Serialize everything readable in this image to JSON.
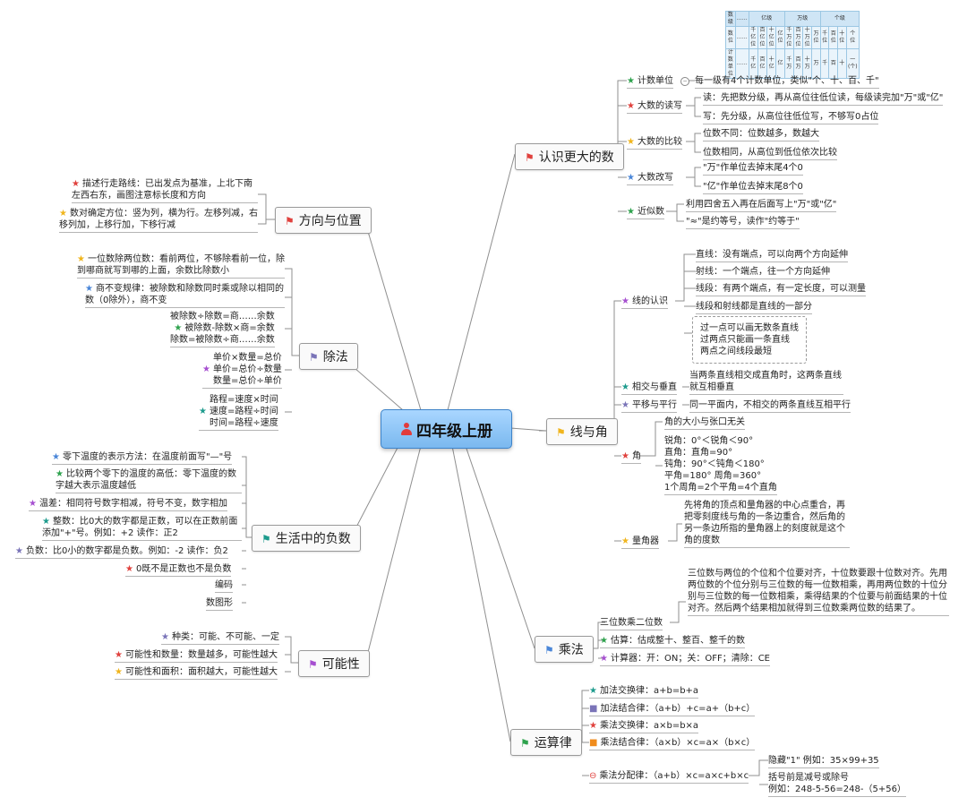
{
  "central": {
    "label": "四年级上册"
  },
  "colors": {
    "red": "#e0413d",
    "green": "#2ea24d",
    "yellow": "#f0b51d",
    "blue": "#4a86d8",
    "purple": "#a64fd0",
    "teal": "#1d9b8d",
    "gray": "#777777",
    "orange": "#f08c1d"
  },
  "num_table": {
    "rows": [
      [
        "数级",
        "……",
        "亿级",
        "",
        "",
        "",
        "万级",
        "",
        "",
        "",
        "个级",
        "",
        "",
        ""
      ],
      [
        "数位",
        "……",
        "千亿位",
        "百亿位",
        "十亿位",
        "亿位",
        "千万位",
        "百万位",
        "十万位",
        "万位",
        "千位",
        "百位",
        "十位",
        "个位"
      ],
      [
        "计数单位",
        "……",
        "千亿",
        "百亿",
        "十亿",
        "亿",
        "千万",
        "百万",
        "十万",
        "万",
        "千",
        "百",
        "十",
        "一(个)"
      ]
    ]
  },
  "branches": {
    "big_numbers": {
      "label": "认识更大的数",
      "counting_unit": {
        "label": "计数单位",
        "detail": "每一级有4个计数单位，类似\"个、十、百、千\""
      },
      "reading": {
        "label": "大数的读写",
        "read": "读：先把数分级，再从高位往低位读，每级读完加\"万\"或\"亿\"",
        "write": "写：先分级，从高位往低位写，不够写0占位"
      },
      "compare": {
        "label": "大数的比较",
        "digits": "位数不同：位数越多，数越大",
        "same": "位数相同，从高位到低位依次比较"
      },
      "rewrite": {
        "label": "大数改写",
        "wan": "\"万\"作单位去掉末尾4个0",
        "yi": "\"亿\"作单位去掉末尾8个0"
      },
      "approx": {
        "label": "近似数",
        "rule": "利用四舍五入再在后面写上\"万\"或\"亿\"",
        "symbol": "\"≈\"是约等号，读作\"约等于\""
      }
    },
    "direction": {
      "label": "方向与位置",
      "route": "描述行走路线：已出发点为基准，上北下南左西右东，画图注意标长度和方向",
      "pairs": "数对确定方位：竖为列，横为行。左移列减，右移列加，上移行加，下移行减"
    },
    "division": {
      "label": "除法",
      "two_digit": "一位数除两位数：看前两位，不够除看前一位，除到哪商就写到哪的上面，余数比除数小",
      "invariant": "商不变规律：被除数和除数同时乘或除以相同的数（0除外），商不变",
      "relation": [
        "被除数÷除数=商……余数",
        "被除数-除数×商=余数",
        "除数=被除数÷商……余数"
      ],
      "price": [
        "单价×数量=总价",
        "单价=总价÷数量",
        "数量=总价÷单价"
      ],
      "speed": [
        "路程=速度×时间",
        "速度=路程÷时间",
        "时间=路程÷速度"
      ]
    },
    "negatives": {
      "label": "生活中的负数",
      "temp_write": "零下温度的表示方法：在温度前面写\"—\"号",
      "temp_compare": "比较两个零下的温度的高低：零下温度的数字越大表示温度越低",
      "temp_diff": "温差：相同符号数字相减，符号不变，数字相加",
      "positive": "整数：比0大的数字都是正数，可以在正数前面添加\"+\"号。例如：+2  读作：正2",
      "negative": "负数：比0小的数字都是负数。例如：-2  读作：负2",
      "zero": "0既不是正数也不是负数",
      "code": "编码",
      "graph": "数图形"
    },
    "possibility": {
      "label": "可能性",
      "kinds": "种类：可能、不可能、一定",
      "quantity": "可能性和数量：数量越多，可能性越大",
      "area": "可能性和面积：面积越大，可能性越大"
    },
    "lines": {
      "label": "线与角",
      "line_group": {
        "label": "线的认识",
        "straight": "直线：没有端点，可以向两个方向延伸",
        "ray": "射线：一个端点，往一个方向延伸",
        "segment": "线段：有两个端点，有一定长度，可以测量",
        "part": "线段和射线都是直线的一部分",
        "notes": [
          "过一点可以画无数条直线",
          "过两点只能画一条直线",
          "两点之间线段最短"
        ]
      },
      "perp": {
        "label": "相交与垂直",
        "detail": "当两条直线相交成直角时，这两条直线就互相垂直"
      },
      "parallel": {
        "label": "平移与平行",
        "detail": "同一平面内，不相交的两条直线互相平行"
      },
      "angle": {
        "label": "角",
        "size": "角的大小与张口无关",
        "kinds": [
          "锐角：0°＜锐角＜90°",
          "直角：直角=90°",
          "钝角：90°＜钝角＜180°",
          "平角=180°        周角=360°",
          "1个周角=2个平角=4个直角"
        ]
      },
      "protractor": {
        "label": "量角器",
        "detail": "先将角的顶点和量角器的中心点重合，再把零刻度线与角的一条边重合，然后角的另一条边所指的量角器上的刻度就是这个角的度数"
      }
    },
    "multiply": {
      "label": "乘法",
      "three_two": {
        "label": "三位数乘二位数",
        "detail": "三位数与两位的个位和个位要对齐，十位数要跟十位数对齐。先用两位数的个位分别与三位数的每一位数相乘，再用两位数的十位分别与三位数的每一位数相乘，乘得结果的个位要与前面结果的十位对齐。然后两个结果相加就得到三位数乘两位数的结果了。"
      },
      "estimate": "估算：估成整十、整百、整千的数",
      "calculator": "计算器：开：ON；关：OFF；清除：CE"
    },
    "laws": {
      "label": "运算律",
      "add_comm": {
        "label": "加法交换律：",
        "formula": "a+b=b+a"
      },
      "add_assoc": {
        "label": "加法结合律：",
        "formula": "（a+b）+c=a+（b+c）"
      },
      "mul_comm": {
        "label": "乘法交换律：",
        "formula": "a×b=b×a"
      },
      "mul_assoc": {
        "label": "乘法结合律：",
        "formula": "（a×b）×c=a×（b×c）"
      },
      "distrib": {
        "label": "乘法分配律：",
        "formula": "（a+b）×c=a×c+b×c",
        "hidden": "隐藏\"1\"  例如：35×99+35",
        "bracket": "括号前是减号或除号",
        "example": "例如：248-5-56=248-（5+56）"
      }
    }
  }
}
